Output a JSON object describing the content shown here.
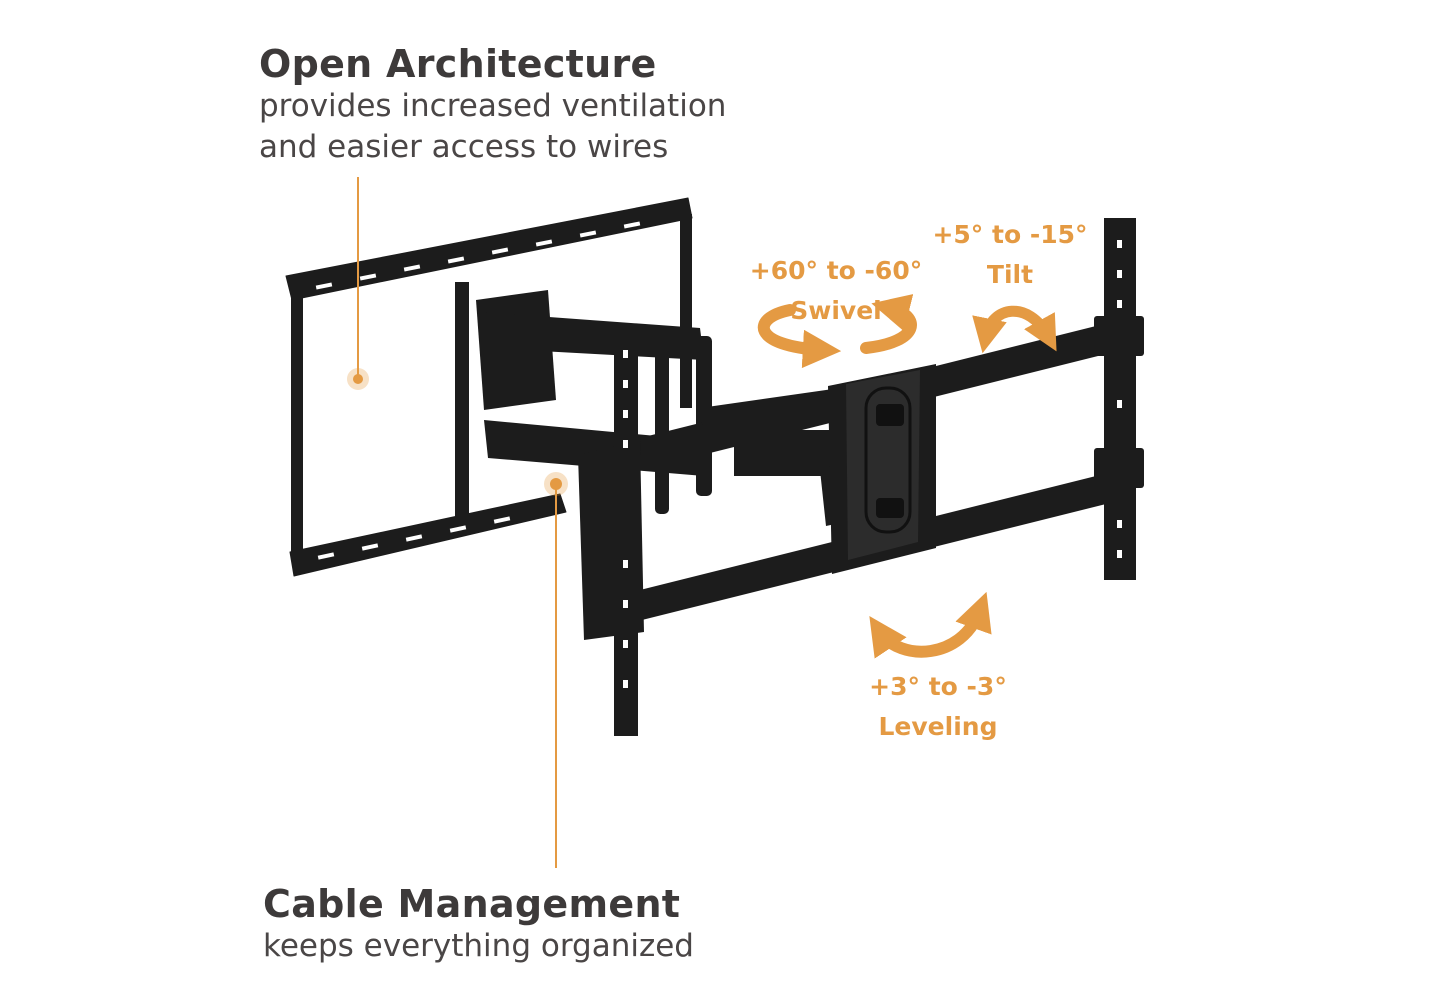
{
  "callouts": {
    "open_architecture": {
      "title": "Open Architecture",
      "lines": [
        "provides increased ventilation",
        "and easier access to wires"
      ]
    },
    "cable_management": {
      "title": "Cable Management",
      "lines": [
        "keeps everything organized"
      ]
    }
  },
  "motion": {
    "swivel": {
      "range": "+60° to -60°",
      "label": "Swivel"
    },
    "tilt": {
      "range": "+5° to -15°",
      "label": "Tilt"
    },
    "leveling": {
      "range": "+3° to -3°",
      "label": "Leveling"
    }
  },
  "colors": {
    "accent": "#e49a43",
    "text_dark": "#3d3a3a",
    "mount_black": "#1c1c1c"
  }
}
